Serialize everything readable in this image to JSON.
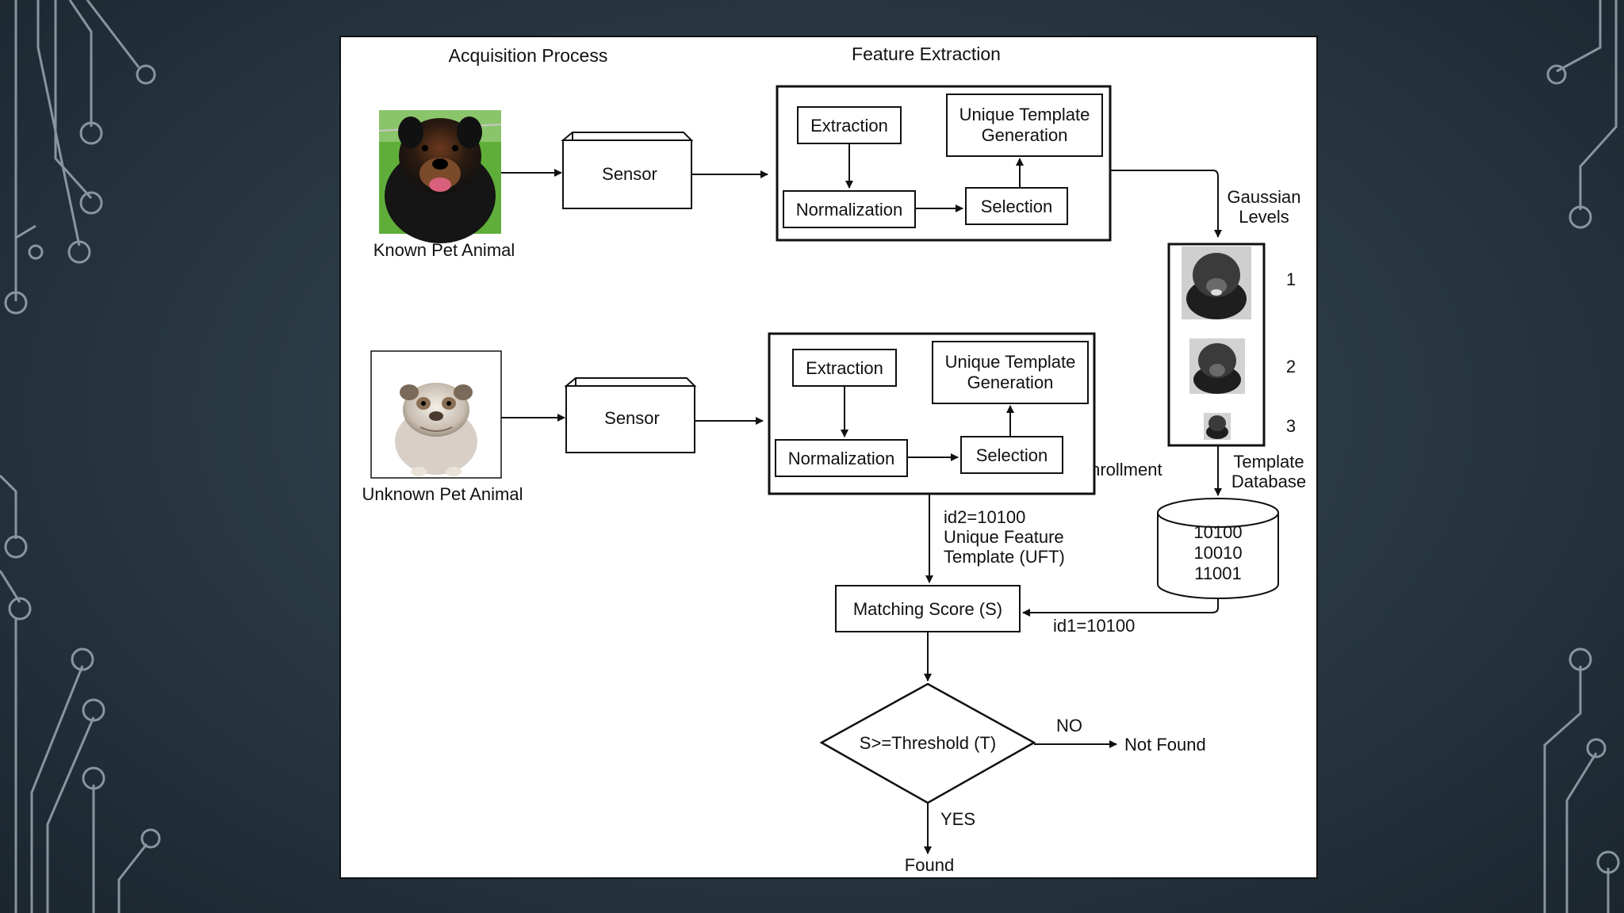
{
  "diagram": {
    "sections": {
      "acquisition": "Acquisition Process",
      "feature_extraction": "Feature Extraction"
    },
    "known": {
      "caption": "Known Pet Animal",
      "sensor": "Sensor",
      "extraction": "Extraction",
      "utg_line1": "Unique Template",
      "utg_line2": "Generation",
      "normalization": "Normalization",
      "selection": "Selection"
    },
    "unknown": {
      "caption": "Unknown Pet Animal",
      "sensor": "Sensor",
      "extraction": "Extraction",
      "utg_line1": "Unique Template",
      "utg_line2": "Generation",
      "normalization": "Normalization",
      "selection": "Selection"
    },
    "gaussian": {
      "label_line1": "Gaussian",
      "label_line2": "Levels",
      "levels": [
        "1",
        "2",
        "3"
      ]
    },
    "enrollment": "Enrollment",
    "template_db": {
      "label_line1": "Template",
      "label_line2": "Database",
      "entries": [
        "10100",
        "10010",
        "11001"
      ]
    },
    "uft": {
      "line1": "id2=10100",
      "line2": "Unique Feature",
      "line3": "Template (UFT)"
    },
    "matching": "Matching Score (S)",
    "id1": "id1=10100",
    "decision": "S>=Threshold (T)",
    "no": "NO",
    "not_found": "Not Found",
    "yes": "YES",
    "found": "Found"
  }
}
